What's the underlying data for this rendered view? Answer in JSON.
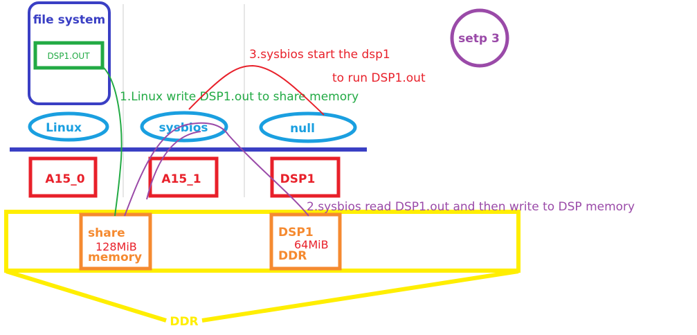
{
  "file_system": {
    "title": "file system",
    "file": "DSP1.OUT"
  },
  "os": {
    "linux": "Linux",
    "sysbios": "sysbios",
    "null": "null"
  },
  "cores": {
    "a15_0": "A15_0",
    "a15_1": "A15_1",
    "dsp1": "DSP1"
  },
  "memory": {
    "share_line1": "share",
    "share_size": "128MiB",
    "share_line2": "memory",
    "dsp_line1": "DSP1",
    "dsp_size": "64MiB",
    "dsp_line2": "DDR"
  },
  "ddr_label": "DDR",
  "steps": {
    "step1": "1.Linux write DSP1.out to share memory",
    "step2": "2.sysbios read DSP1.out and then write to DSP memory",
    "step3_line1": "3.sysbios start the dsp1",
    "step3_line2": "to run DSP1.out"
  },
  "step_badge": "setp 3",
  "colors": {
    "blue_box": "#3a3fc4",
    "ellipse": "#1a9fe0",
    "red": "#e8202a",
    "green": "#22aa44",
    "purple": "#9a4aa8",
    "orange": "#f58a30",
    "yellow": "#ffee00",
    "gray_line": "#cccccc"
  }
}
